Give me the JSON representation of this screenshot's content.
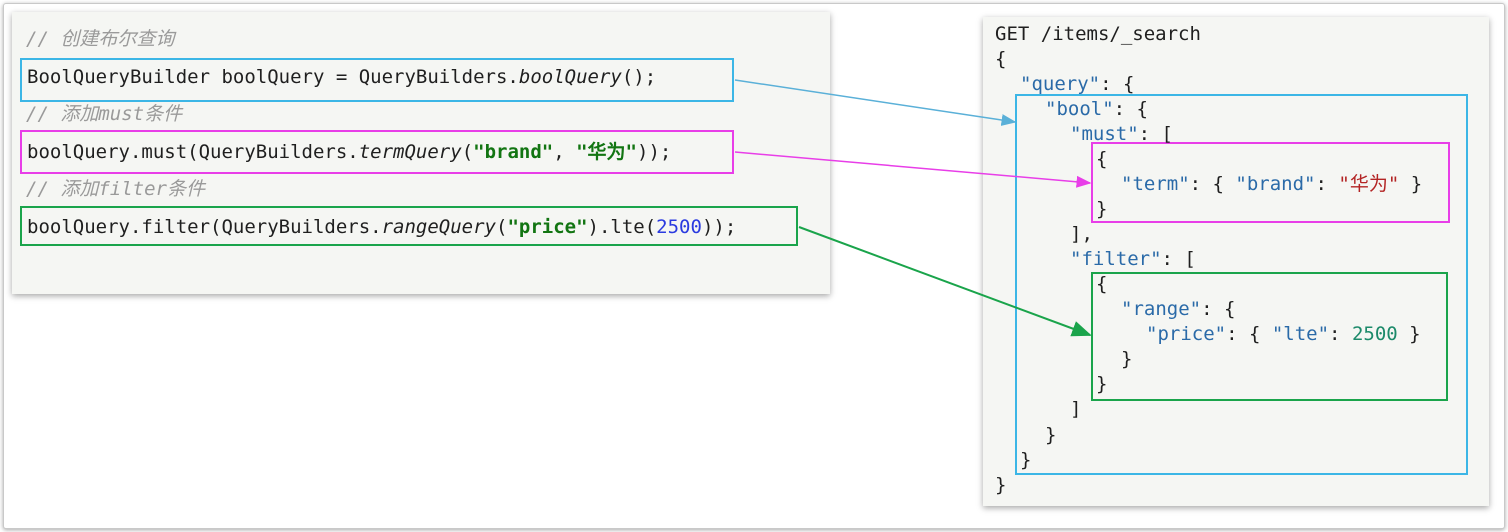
{
  "left": {
    "comment_bool": "// 创建布尔查询",
    "line_bool_a": "BoolQueryBuilder boolQuery = QueryBuilders.",
    "line_bool_b": "boolQuery",
    "line_bool_c": "();",
    "comment_must": "// 添加must条件",
    "line_must_a": "boolQuery.must(QueryBuilders.",
    "line_must_b": "termQuery",
    "line_must_c": "(",
    "line_must_str1": "\"brand\"",
    "line_must_d": ", ",
    "line_must_str2": "\"华为\"",
    "line_must_e": "));",
    "comment_filter": "// 添加filter条件",
    "line_filter_a": "boolQuery.filter(QueryBuilders.",
    "line_filter_b": "rangeQuery",
    "line_filter_c": "(",
    "line_filter_str": "\"price\"",
    "line_filter_d": ").lte(",
    "line_filter_num": "2500",
    "line_filter_e": "));"
  },
  "right": {
    "request_line": "GET /items/_search",
    "l1": "{",
    "l2_key": "\"query\"",
    "l2_rest": ": {",
    "l3_key": "\"bool\"",
    "l3_rest": ": {",
    "l4_key": "\"must\"",
    "l4_rest": ": [",
    "l5": "{",
    "l6_key": "\"term\"",
    "l6_mid": ": { ",
    "l6_key2": "\"brand\"",
    "l6_mid2": ": ",
    "l6_val": "\"华为\"",
    "l6_end": " }",
    "l7": "}",
    "l8": "],",
    "l9_key": "\"filter\"",
    "l9_rest": ": [",
    "l10": "{",
    "l11_key": "\"range\"",
    "l11_rest": ": {",
    "l12_key": "\"price\"",
    "l12_mid": ": { ",
    "l12_key2": "\"lte\"",
    "l12_mid2": ": ",
    "l12_val": "2500",
    "l12_end": " }",
    "l13": "}",
    "l14": "}",
    "l15": "]",
    "l16": "}",
    "l17": "}",
    "l18": "}"
  },
  "colors": {
    "bool_highlight": "#3cb6e6",
    "must_highlight": "#e83ee8",
    "filter_highlight": "#1aa44b"
  }
}
